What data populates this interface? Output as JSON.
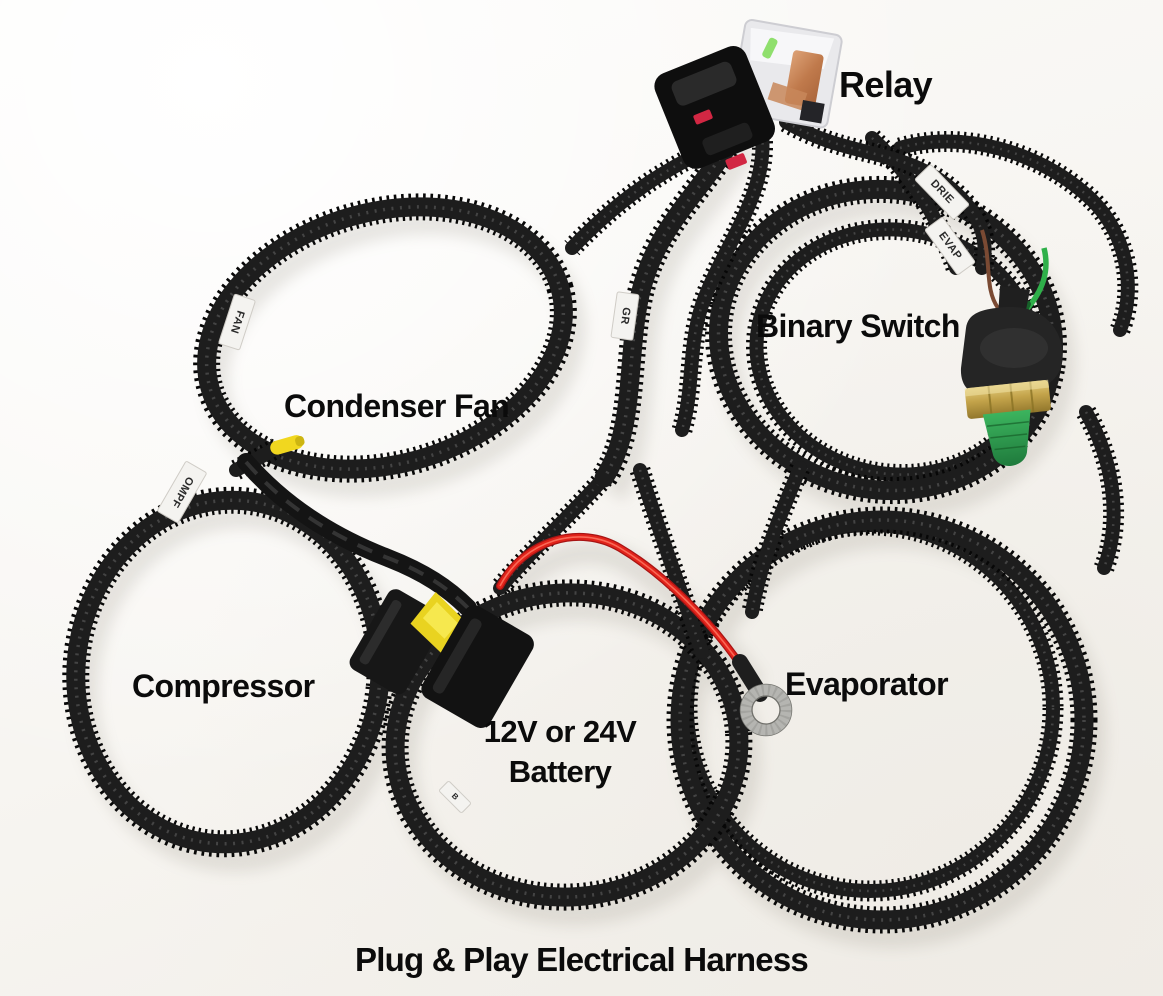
{
  "caption": "Plug & Play Electrical Harness",
  "labels": {
    "relay": "Relay",
    "binary_switch": "Binary Switch",
    "condenser_fan": "Condenser Fan",
    "compressor": "Compressor",
    "battery_line1": "12V or 24V",
    "battery_line2": "Battery",
    "evaporator": "Evaporator"
  },
  "wire_tags": [
    {
      "text": "FAN"
    },
    {
      "text": "OMPF"
    },
    {
      "text": "GR"
    },
    {
      "text": "DRIE"
    },
    {
      "text": "EVAP"
    },
    {
      "text": "B"
    }
  ],
  "colors": {
    "background": "#faf8f5",
    "loom_black": "#1d1d1d",
    "power_wire_red": "#d81f1f",
    "fuse_yellow": "#e9d320",
    "bullet_connector_yellow": "#f1d71f",
    "switch_tip_green": "#2e9e4f",
    "switch_nut_brass": "#c9a94e",
    "relay_copper": "#c98a5e",
    "relay_led_green": "#8fdf6d",
    "ring_terminal_silver": "#b5b5b1",
    "label_text": "#0b0b0b"
  }
}
